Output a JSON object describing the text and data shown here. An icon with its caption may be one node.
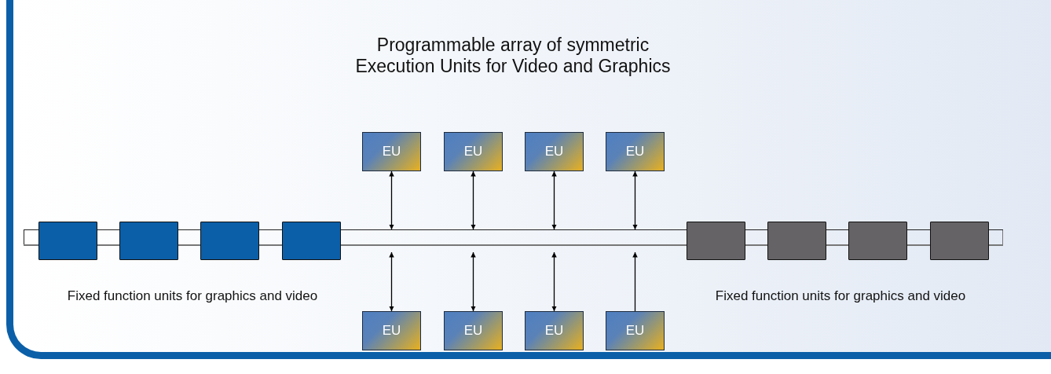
{
  "diagram": {
    "title": "Programmable array of symmetric Execution Units for Video and Graphics",
    "nodes": [
      {
        "text": [
          "EU"
        ]
      },
      {
        "text": [
          "EU"
        ]
      },
      {
        "text": [
          "EU"
        ]
      },
      {
        "text": [
          "EU"
        ]
      },
      {
        "text": [],
        "shape": "bar"
      },
      {
        "text": [],
        "shape": "box",
        "in": 4
      },
      {
        "text": [],
        "shape": "box",
        "in": 4
      },
      {
        "text": [],
        "shape": "box",
        "in": 4
      },
      {
        "text": [],
        "shape": "box",
        "in": 4
      },
      {
        "text": [],
        "shape": "box",
        "in": 4
      },
      {
        "text": [],
        "shape": "box",
        "in": 4
      },
      {
        "text": [],
        "shape": "box",
        "in": 4
      },
      {
        "text": [],
        "shape": "box",
        "in": 4
      },
      {
        "text": [
          "EU"
        ]
      },
      {
        "text": [
          "EU"
        ]
      },
      {
        "text": [
          "EU"
        ]
      },
      {
        "text": [
          "EU"
        ]
      }
    ],
    "edges": [
      {
        "from": 0,
        "to": 4,
        "arrow": "both"
      },
      {
        "from": 1,
        "to": 4,
        "arrow": "both"
      },
      {
        "from": 2,
        "to": 4,
        "arrow": "both"
      },
      {
        "from": 3,
        "to": 4,
        "arrow": "both"
      },
      {
        "from": 13,
        "to": 4,
        "arrow": "both"
      },
      {
        "from": 14,
        "to": 4,
        "arrow": "both"
      },
      {
        "from": 15,
        "to": 4,
        "arrow": "both"
      },
      {
        "from": 16,
        "to": 4,
        "arrow": "to"
      }
    ],
    "labels": [
      "Fixed function units for graphics and video",
      "Fixed function units for graphics and video"
    ]
  }
}
